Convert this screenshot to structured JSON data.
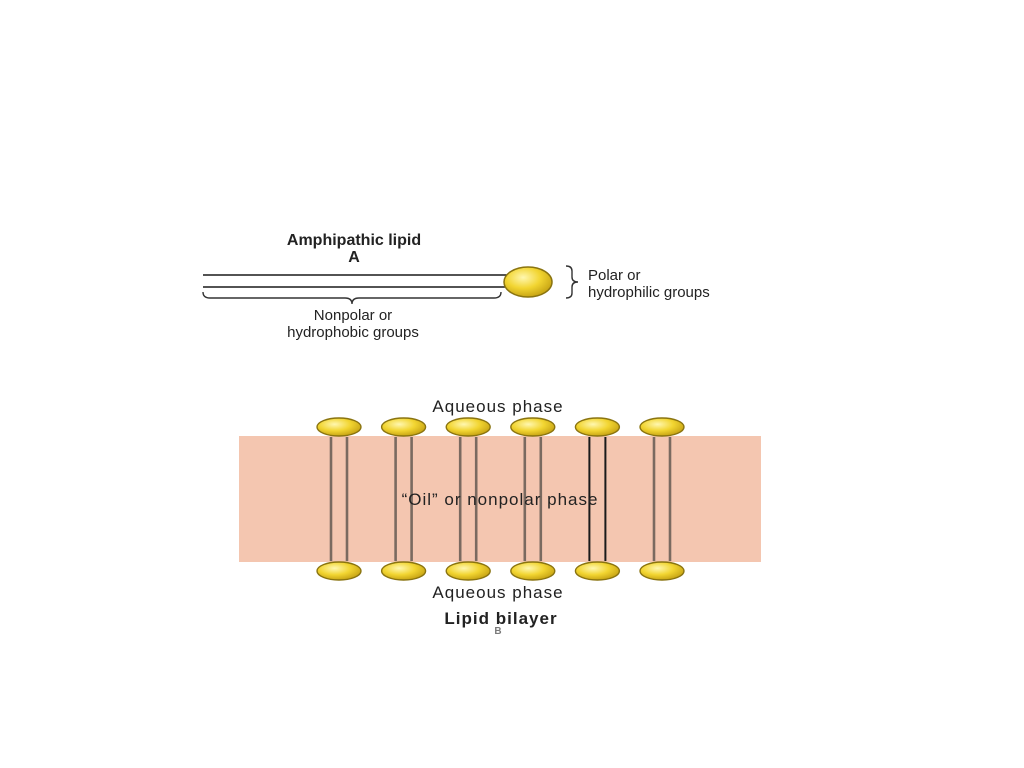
{
  "panel_a": {
    "title": "Amphipathic lipid",
    "letter": "A",
    "polar_label_line1": "Polar or",
    "polar_label_line2": "hydrophilic groups",
    "nonpolar_label_line1": "Nonpolar or",
    "nonpolar_label_line2": "hydrophobic groups"
  },
  "panel_b": {
    "aqueous_top": "Aqueous phase",
    "oil_phase": "“Oil” or nonpolar phase",
    "aqueous_bottom": "Aqueous phase",
    "title": "Lipid bilayer",
    "letter": "B",
    "lipid_pairs_per_leaflet": 6
  },
  "colors": {
    "head_fill": "#f2d531",
    "head_stroke": "#8a7410",
    "oil_fill": "#f4c6b0",
    "line": "#1a1a1a",
    "tail_gray": "#7a6a60"
  }
}
